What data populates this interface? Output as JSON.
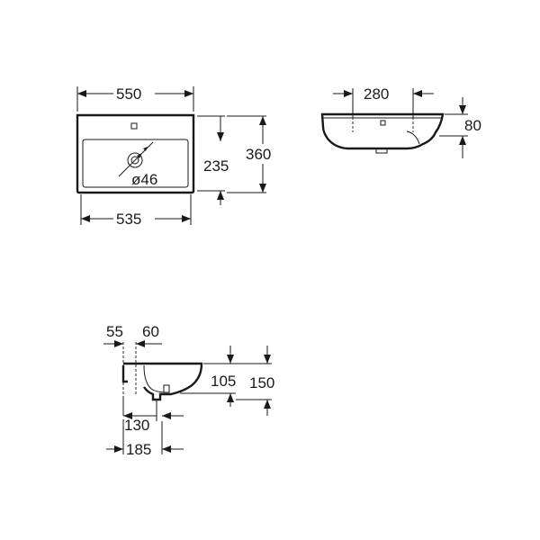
{
  "top_view": {
    "overall_width": "550",
    "bowl_width": "535",
    "overall_depth": "360",
    "bowl_depth": "235",
    "tap_hole": "ø46"
  },
  "front_view": {
    "fixing_spacing": "280",
    "height": "80"
  },
  "side_view": {
    "offset_a": "55",
    "offset_b": "60",
    "inner_height": "105",
    "outer_height": "150",
    "waste_depth": "130",
    "overall_depth": "185"
  }
}
